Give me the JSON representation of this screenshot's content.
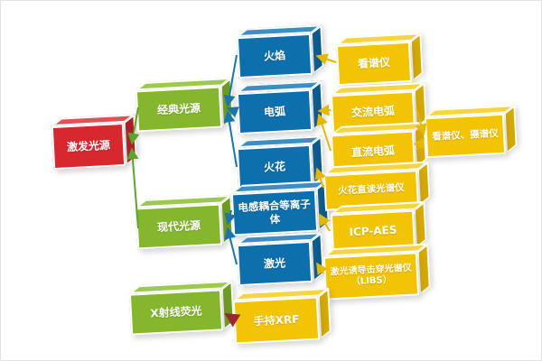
{
  "colors": {
    "box_red": "#d7282f",
    "box_green": "#85b72e",
    "box_blue": "#0e6fad",
    "box_yellow": "#f3c404",
    "line_green": "#5ea32b",
    "line_blue": "#1b75a8",
    "line_yellow": "#e3b800",
    "line_darkred": "#9c2730"
  },
  "nodes": {
    "jifaguangyuan": {
      "label": "激发光源",
      "color": "red"
    },
    "jingdianguangyuan": {
      "label": "经典光源",
      "color": "green"
    },
    "xiandaiguangyuan": {
      "label": "现代光源",
      "color": "green"
    },
    "xshexianyingguang": {
      "label": "X射线荧光",
      "color": "green"
    },
    "huoyan": {
      "label": "火焰",
      "color": "blue"
    },
    "dianhu": {
      "label": "电弧",
      "color": "blue"
    },
    "huohua": {
      "label": "火花",
      "color": "blue"
    },
    "diangan_ouhe": {
      "label": "电感耦合等离子体",
      "color": "blue"
    },
    "jiguang": {
      "label": "激光",
      "color": "blue"
    },
    "kanpuyi": {
      "label": "看谱仪",
      "color": "yellow"
    },
    "jiaoliu_dianhu": {
      "label": "交流电弧",
      "color": "yellow"
    },
    "zhiliu_dianhu": {
      "label": "直流电弧",
      "color": "yellow"
    },
    "kanpuyi_shepuyi": {
      "label": "看谱仪、摄谱仪",
      "color": "yellow"
    },
    "huohua_zhidu": {
      "label": "火花直读光谱仪",
      "color": "yellow"
    },
    "icp_aes": {
      "label": "ICP-AES",
      "color": "yellow"
    },
    "libs": {
      "label": "激光诱导击穿光谱仪（LIBS）",
      "color": "yellow"
    },
    "shouchi_xrf": {
      "label": "手持XRF",
      "color": "yellow"
    }
  },
  "edges": [
    {
      "from": "jingdianguangyuan",
      "to": "jifaguangyuan",
      "color": "green"
    },
    {
      "from": "xiandaiguangyuan",
      "to": "jifaguangyuan",
      "color": "green"
    },
    {
      "from": "huoyan",
      "to": "jingdianguangyuan",
      "color": "blue"
    },
    {
      "from": "dianhu",
      "to": "jingdianguangyuan",
      "color": "blue"
    },
    {
      "from": "huohua",
      "to": "jingdianguangyuan",
      "color": "blue"
    },
    {
      "from": "diangan_ouhe",
      "to": "xiandaiguangyuan",
      "color": "blue"
    },
    {
      "from": "jiguang",
      "to": "xiandaiguangyuan",
      "color": "blue"
    },
    {
      "from": "kanpuyi",
      "to": "huoyan",
      "color": "yellow"
    },
    {
      "from": "jiaoliu_dianhu",
      "to": "dianhu",
      "color": "yellow"
    },
    {
      "from": "zhiliu_dianhu",
      "to": "dianhu",
      "color": "yellow"
    },
    {
      "from": "jiaoliu_dianhu",
      "to": "kanpuyi_shepuyi",
      "color": "yellow"
    },
    {
      "from": "zhiliu_dianhu",
      "to": "kanpuyi_shepuyi",
      "color": "yellow"
    },
    {
      "from": "huohua_zhidu",
      "to": "huohua",
      "color": "yellow"
    },
    {
      "from": "icp_aes",
      "to": "diangan_ouhe",
      "color": "yellow"
    },
    {
      "from": "libs",
      "to": "jiguang",
      "color": "yellow"
    },
    {
      "from": "shouchi_xrf",
      "to": "xshexianyingguang",
      "color": "darkred"
    }
  ]
}
